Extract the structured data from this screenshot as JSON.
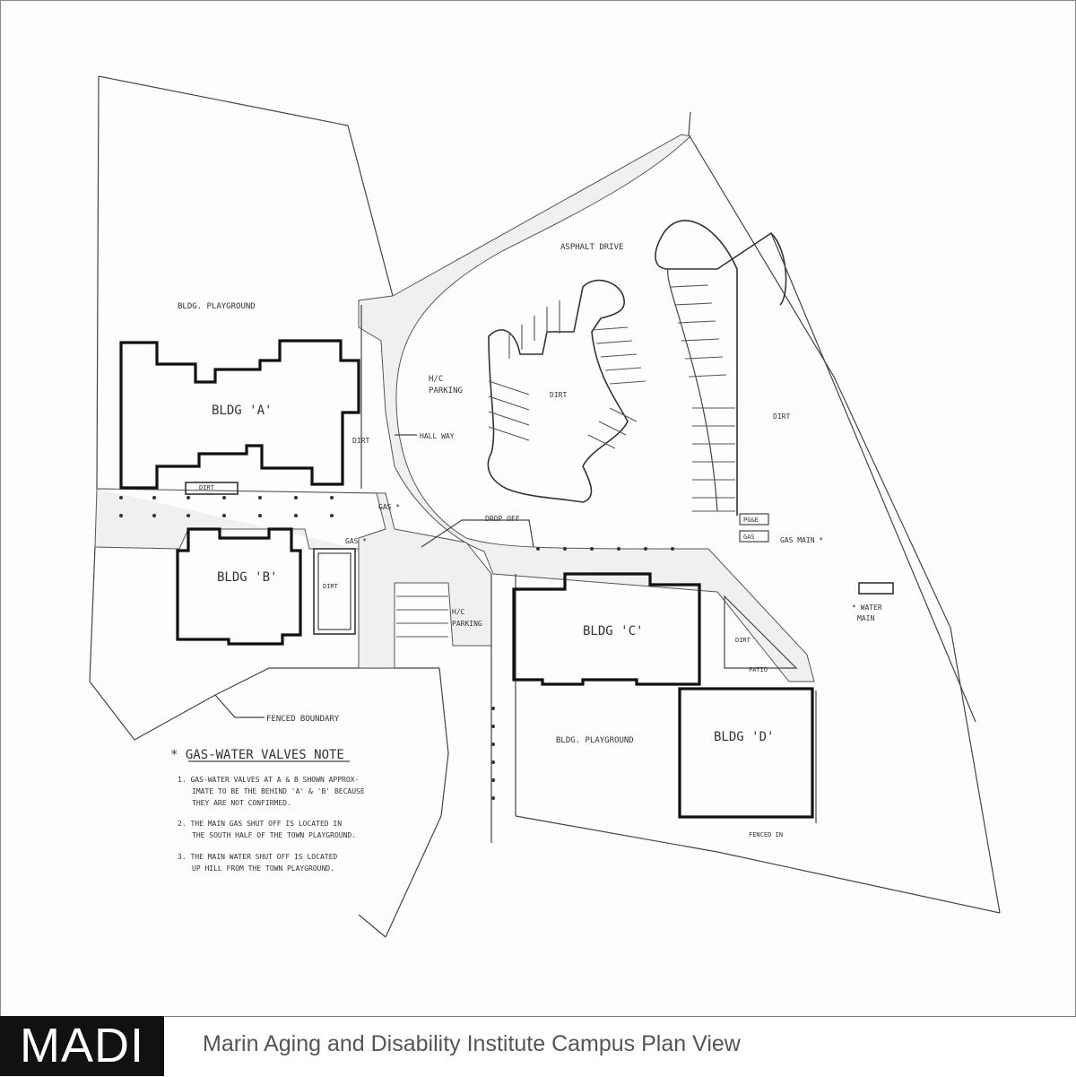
{
  "footer": {
    "logo": "MADI",
    "caption": "Marin Aging and Disability Institute Campus Plan View"
  },
  "plan": {
    "buildings": {
      "a": "BLDG 'A'",
      "b": "BLDG 'B'",
      "c": "BLDG 'C'",
      "d": "BLDG 'D'"
    },
    "labels": {
      "play_area_north": "BLDG. PLAYGROUND",
      "asphalt": "ASPHALT DRIVE",
      "handicap_parking_1a": "H/C",
      "handicap_parking_1b": "PARKING",
      "island_dirt": "DIRT",
      "east_dirt": "DIRT",
      "a_dirt": "DIRT",
      "hall_wall": "HALL WAY",
      "drop_off": "DROP OFF",
      "planter": "DIRT",
      "storage": "DIRT",
      "gas_marker_1": "GAS *",
      "gas_marker_2": "GAS *",
      "handicap_parking_2a": "H/C",
      "handicap_parking_2b": "PARKING",
      "gas_meter_1": "PG&E",
      "gas_meter_2": "GAS",
      "gas_main": "GAS MAIN *",
      "water_main_1": "* WATER",
      "water_main_2": "MAIN",
      "triangle_dirt": "DIRT",
      "walkway_d": "PATIO",
      "fenced": "FENCED BOUNDARY",
      "play_area_south": "BLDG. PLAYGROUND",
      "fence_d": "FENCED IN"
    },
    "note": {
      "title": "* GAS-WATER VALVES NOTE",
      "lines": [
        "1. GAS-WATER VALVES AT A & B SHOWN APPROX-",
        "IMATE TO BE THE BEHIND 'A' & 'B' BECAUSE",
        "THEY ARE NOT CONFIRMED.",
        "2. THE MAIN GAS SHUT OFF IS LOCATED IN",
        "THE SOUTH HALF OF THE TOWN PLAYGROUND.",
        "3. THE MAIN WATER SHUT OFF IS LOCATED",
        "UP HILL FROM THE TOWN PLAYGROUND."
      ]
    }
  }
}
